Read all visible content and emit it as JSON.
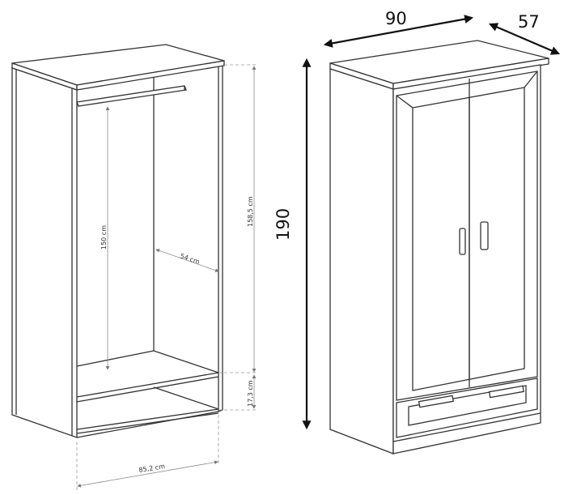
{
  "left_wardrobe": {
    "hanging_height": "150 cm",
    "inner_depth": "54 cm",
    "compartment_height": "158,5 cm",
    "drawer_space_height": "17,3 cm",
    "inner_width": "85,2 cm"
  },
  "right_wardrobe": {
    "width": "90",
    "depth": "57",
    "height": "190"
  }
}
